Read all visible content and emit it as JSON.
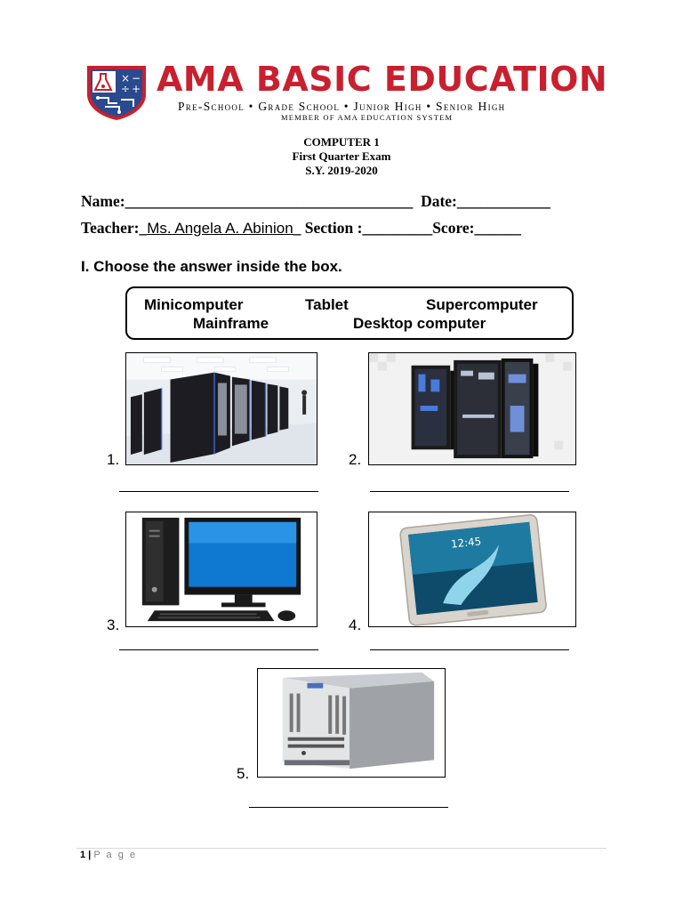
{
  "header": {
    "brand_title": "AMA BASIC EDUCATION",
    "levels": "Pre-School • Grade School • Junior High • Senior High",
    "member_line": "Member of AMA Education System",
    "brand_color": "#c8202f",
    "shield_color": "#2a4a8f"
  },
  "exam": {
    "subject": "COMPUTER 1",
    "quarter": "First Quarter Exam",
    "school_year": "S.Y. 2019-2020"
  },
  "fields": {
    "name_label": "Name:",
    "name_line": "_____________________________________",
    "date_label": "Date:",
    "date_line": "____________",
    "teacher_label": "Teacher",
    "teacher_sep": ":_",
    "teacher_name": "Ms. Angela A. Abinion",
    "teacher_tail": "_",
    "section_label": " Section :",
    "section_line": "_________",
    "score_label": "Score:",
    "score_line": "______"
  },
  "instruction": "I. Choose the answer inside the box.",
  "choices": [
    "Minicomputer",
    "Tablet",
    "Supercomputer",
    "Mainframe",
    "Desktop computer"
  ],
  "items": [
    {
      "number": "1.",
      "picture": "supercomputer-room"
    },
    {
      "number": "2.",
      "picture": "mainframe-racks"
    },
    {
      "number": "3.",
      "picture": "desktop-computer"
    },
    {
      "number": "4.",
      "picture": "tablet"
    },
    {
      "number": "5.",
      "picture": "minicomputer-chassis"
    }
  ],
  "tablet_clock": "12:45",
  "footer": {
    "page_number": "1",
    "separator": " | ",
    "page_word": "P a g e"
  }
}
